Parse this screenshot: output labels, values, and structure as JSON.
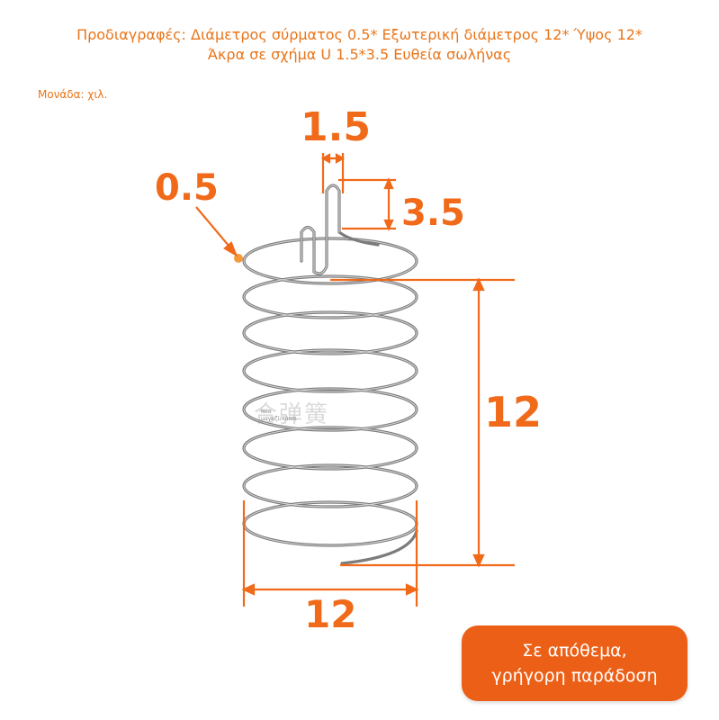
{
  "spec": {
    "line1": "Προδιαγραφές: Διάμετρος σύρματος 0.5* Εξωτερική διάμετρος 12* Ύψος 12*",
    "line2": "Άκρα σε σχήμα U 1.5*3.5 Ευθεία σωλήνας"
  },
  "unit": "Μονάδα: χιλ.",
  "dimensions": {
    "wire_diameter": "0.5",
    "u_width": "1.5",
    "u_height": "3.5",
    "height": "12",
    "outer_diameter": "12"
  },
  "watermark": "合弹簧",
  "tiny_mark": {
    "line1": "Νέο",
    "line2": "μαγαζί/Χάππι"
  },
  "stock_badge": {
    "line1": "Σε απόθεμα,",
    "line2": "γρήγορη παράδοση"
  },
  "colors": {
    "accent": "#f06a1a",
    "wire": "#8a8a8a",
    "badge": "#ec5f16"
  }
}
